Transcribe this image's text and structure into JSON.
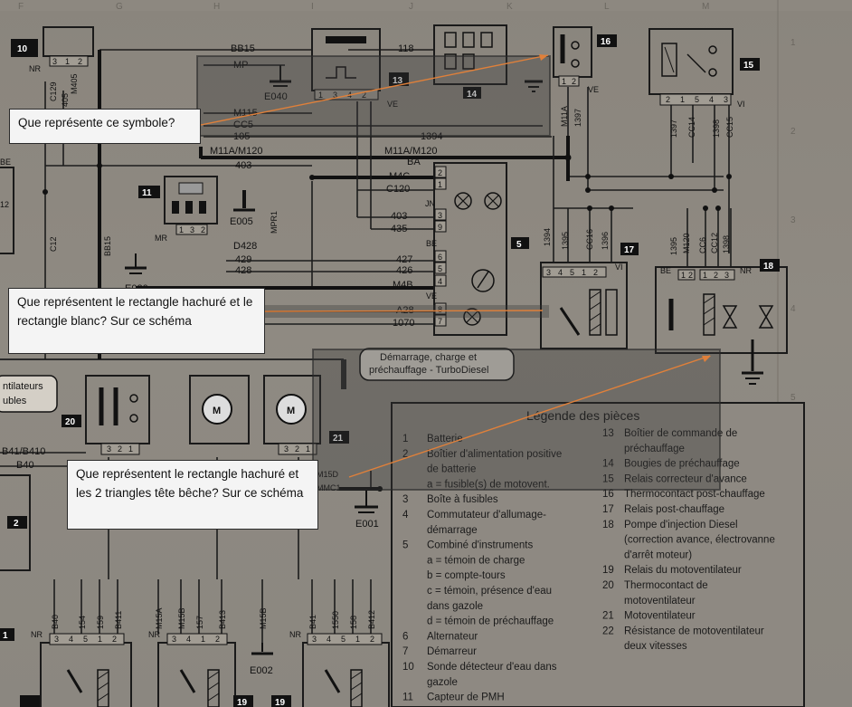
{
  "diagram": {
    "grid_columns": [
      "F",
      "G",
      "H",
      "I",
      "J",
      "K",
      "L",
      "M"
    ],
    "grid_rows": [
      "1",
      "2",
      "3",
      "4",
      "5"
    ],
    "title_lines": [
      "Démarrage, charge et",
      "préchauffage - TurboDiesel"
    ],
    "fan_heading": [
      "ntilateurs",
      "ubles"
    ],
    "left_labels": {
      "nr": "NR",
      "be": "BE",
      "be_left_12": "12",
      "nr_mid": "MR"
    },
    "wires": {
      "bb15": "BB15",
      "mp": "MP",
      "m115": "M115",
      "cc5": "CC5",
      "n105": "105",
      "m11a_m120_left": "M11A/M120",
      "n403": "403",
      "n118": "118",
      "m11a_m120_right": "M11A/M120",
      "n1394": "1394",
      "ba": "BA",
      "m4c": "M4C",
      "c120": "C120",
      "n403b": "403",
      "n435": "435",
      "jn": "JN",
      "n427": "427",
      "n426": "426",
      "m4b": "M4B",
      "n429": "429",
      "n428": "428",
      "d428": "D428",
      "mpr1": "MPR1",
      "a28": "A28",
      "n1070": "1070",
      "c129": "C129",
      "m405": "M405",
      "n405": "405",
      "c12": "C12",
      "bb15v": "BB15",
      "m11a_v": "M11A",
      "n1397": "1397",
      "ve": "VE",
      "n1397b": "1397",
      "cc14": "CC14",
      "n1398": "1398",
      "cc15": "CC15",
      "vi": "VI",
      "n1394v": "1394",
      "n1395": "1395",
      "cc16": "CC16",
      "n1396": "1396",
      "m120": "M120",
      "n1395b": "1395",
      "cc6": "CC6",
      "cc12": "CC12",
      "n1398b": "1398",
      "m15d": "M15D",
      "mmc1": "MMC1",
      "b41_b410": "B41/B410",
      "b40": "B40",
      "e040": "E040",
      "e005": "E005",
      "e001": "E001",
      "e002": "E002",
      "e020": "E020"
    },
    "bottom_wires": [
      "B40",
      "154",
      "159",
      "B411",
      "M15A",
      "M15B",
      "157",
      "B413",
      "M15B",
      "B41",
      "1550",
      "158",
      "B412"
    ],
    "component_numbers": [
      "10",
      "13",
      "14",
      "16",
      "15",
      "11",
      "5",
      "17",
      "18",
      "20",
      "21",
      "2",
      "1",
      "19",
      "19"
    ],
    "pin_labels": {
      "c10": [
        "3",
        "1",
        "2"
      ],
      "c13": [
        "1",
        "3",
        "4",
        "2"
      ],
      "c16": [
        "1",
        "2"
      ],
      "c15": [
        "2",
        "1",
        "5",
        "4",
        "3"
      ],
      "c11": [
        "1",
        "3",
        "2"
      ],
      "c5": [
        "2",
        "1",
        "3",
        "9",
        "6",
        "5",
        "4",
        "8",
        "7"
      ],
      "c17": [
        "3",
        "4",
        "5",
        "1",
        "2"
      ],
      "c18": [
        "1",
        "2",
        "1",
        "2",
        "3"
      ],
      "c20": [
        "3",
        "2",
        "1"
      ],
      "c21": [
        "3",
        "2",
        "1"
      ],
      "bottom1": [
        "3",
        "4",
        "5",
        "1",
        "2"
      ],
      "bottom2": [
        "3",
        "4",
        "1",
        "2"
      ],
      "bottom3": [
        "3",
        "4",
        "5",
        "1",
        "2"
      ]
    }
  },
  "legend": {
    "title": "Légende des pièces",
    "left_items": [
      {
        "n": "1",
        "text": "Batterie"
      },
      {
        "n": "2",
        "text": "Boîtier d'alimentation positive"
      },
      {
        "n": "",
        "text": "de batterie"
      },
      {
        "n": "",
        "text": "a = fusible(s) de motovent."
      },
      {
        "n": "3",
        "text": "Boîte à fusibles"
      },
      {
        "n": "4",
        "text": "Commutateur d'allumage-"
      },
      {
        "n": "",
        "text": "démarrage"
      },
      {
        "n": "5",
        "text": "Combiné d'instruments"
      },
      {
        "n": "",
        "text": "a = témoin de charge"
      },
      {
        "n": "",
        "text": "b = compte-tours"
      },
      {
        "n": "",
        "text": "c = témoin, présence d'eau"
      },
      {
        "n": "",
        "text": "dans gazole"
      },
      {
        "n": "",
        "text": "d = témoin de préchauffage"
      },
      {
        "n": "6",
        "text": "Alternateur"
      },
      {
        "n": "7",
        "text": "Démarreur"
      },
      {
        "n": "10",
        "text": "Sonde détecteur d'eau dans"
      },
      {
        "n": "",
        "text": "gazole"
      },
      {
        "n": "11",
        "text": "Capteur de PMH"
      }
    ],
    "right_items": [
      {
        "n": "13",
        "text": "Boîtier de commande de"
      },
      {
        "n": "",
        "text": "préchauffage"
      },
      {
        "n": "14",
        "text": "Bougies de préchauffage"
      },
      {
        "n": "15",
        "text": "Relais correcteur d'avance"
      },
      {
        "n": "16",
        "text": "Thermocontact post-chauffage"
      },
      {
        "n": "17",
        "text": "Relais post-chauffage"
      },
      {
        "n": "18",
        "text": "Pompe d'injection Diesel"
      },
      {
        "n": "",
        "text": "(correction avance, électrovanne"
      },
      {
        "n": "",
        "text": "d'arrêt moteur)"
      },
      {
        "n": "19",
        "text": "Relais du motoventilateur"
      },
      {
        "n": "20",
        "text": "Thermocontact de"
      },
      {
        "n": "",
        "text": "motoventilateur"
      },
      {
        "n": "21",
        "text": "Motoventilateur"
      },
      {
        "n": "22",
        "text": "Résistance de motoventilateur"
      },
      {
        "n": "",
        "text": "deux vitesses"
      }
    ]
  },
  "annotations": {
    "q1": "Que représente ce symbole?",
    "q2": "Que représentent le rectangle hachuré et le rectangle blanc? Sur ce schéma",
    "q3": "Que représentent le rectangle hachuré et les 2 triangles tête bêche? Sur ce schéma"
  },
  "colors": {
    "arrow": "#e0803a",
    "paper": "#8c877f",
    "ink": "#1a1a1a"
  }
}
